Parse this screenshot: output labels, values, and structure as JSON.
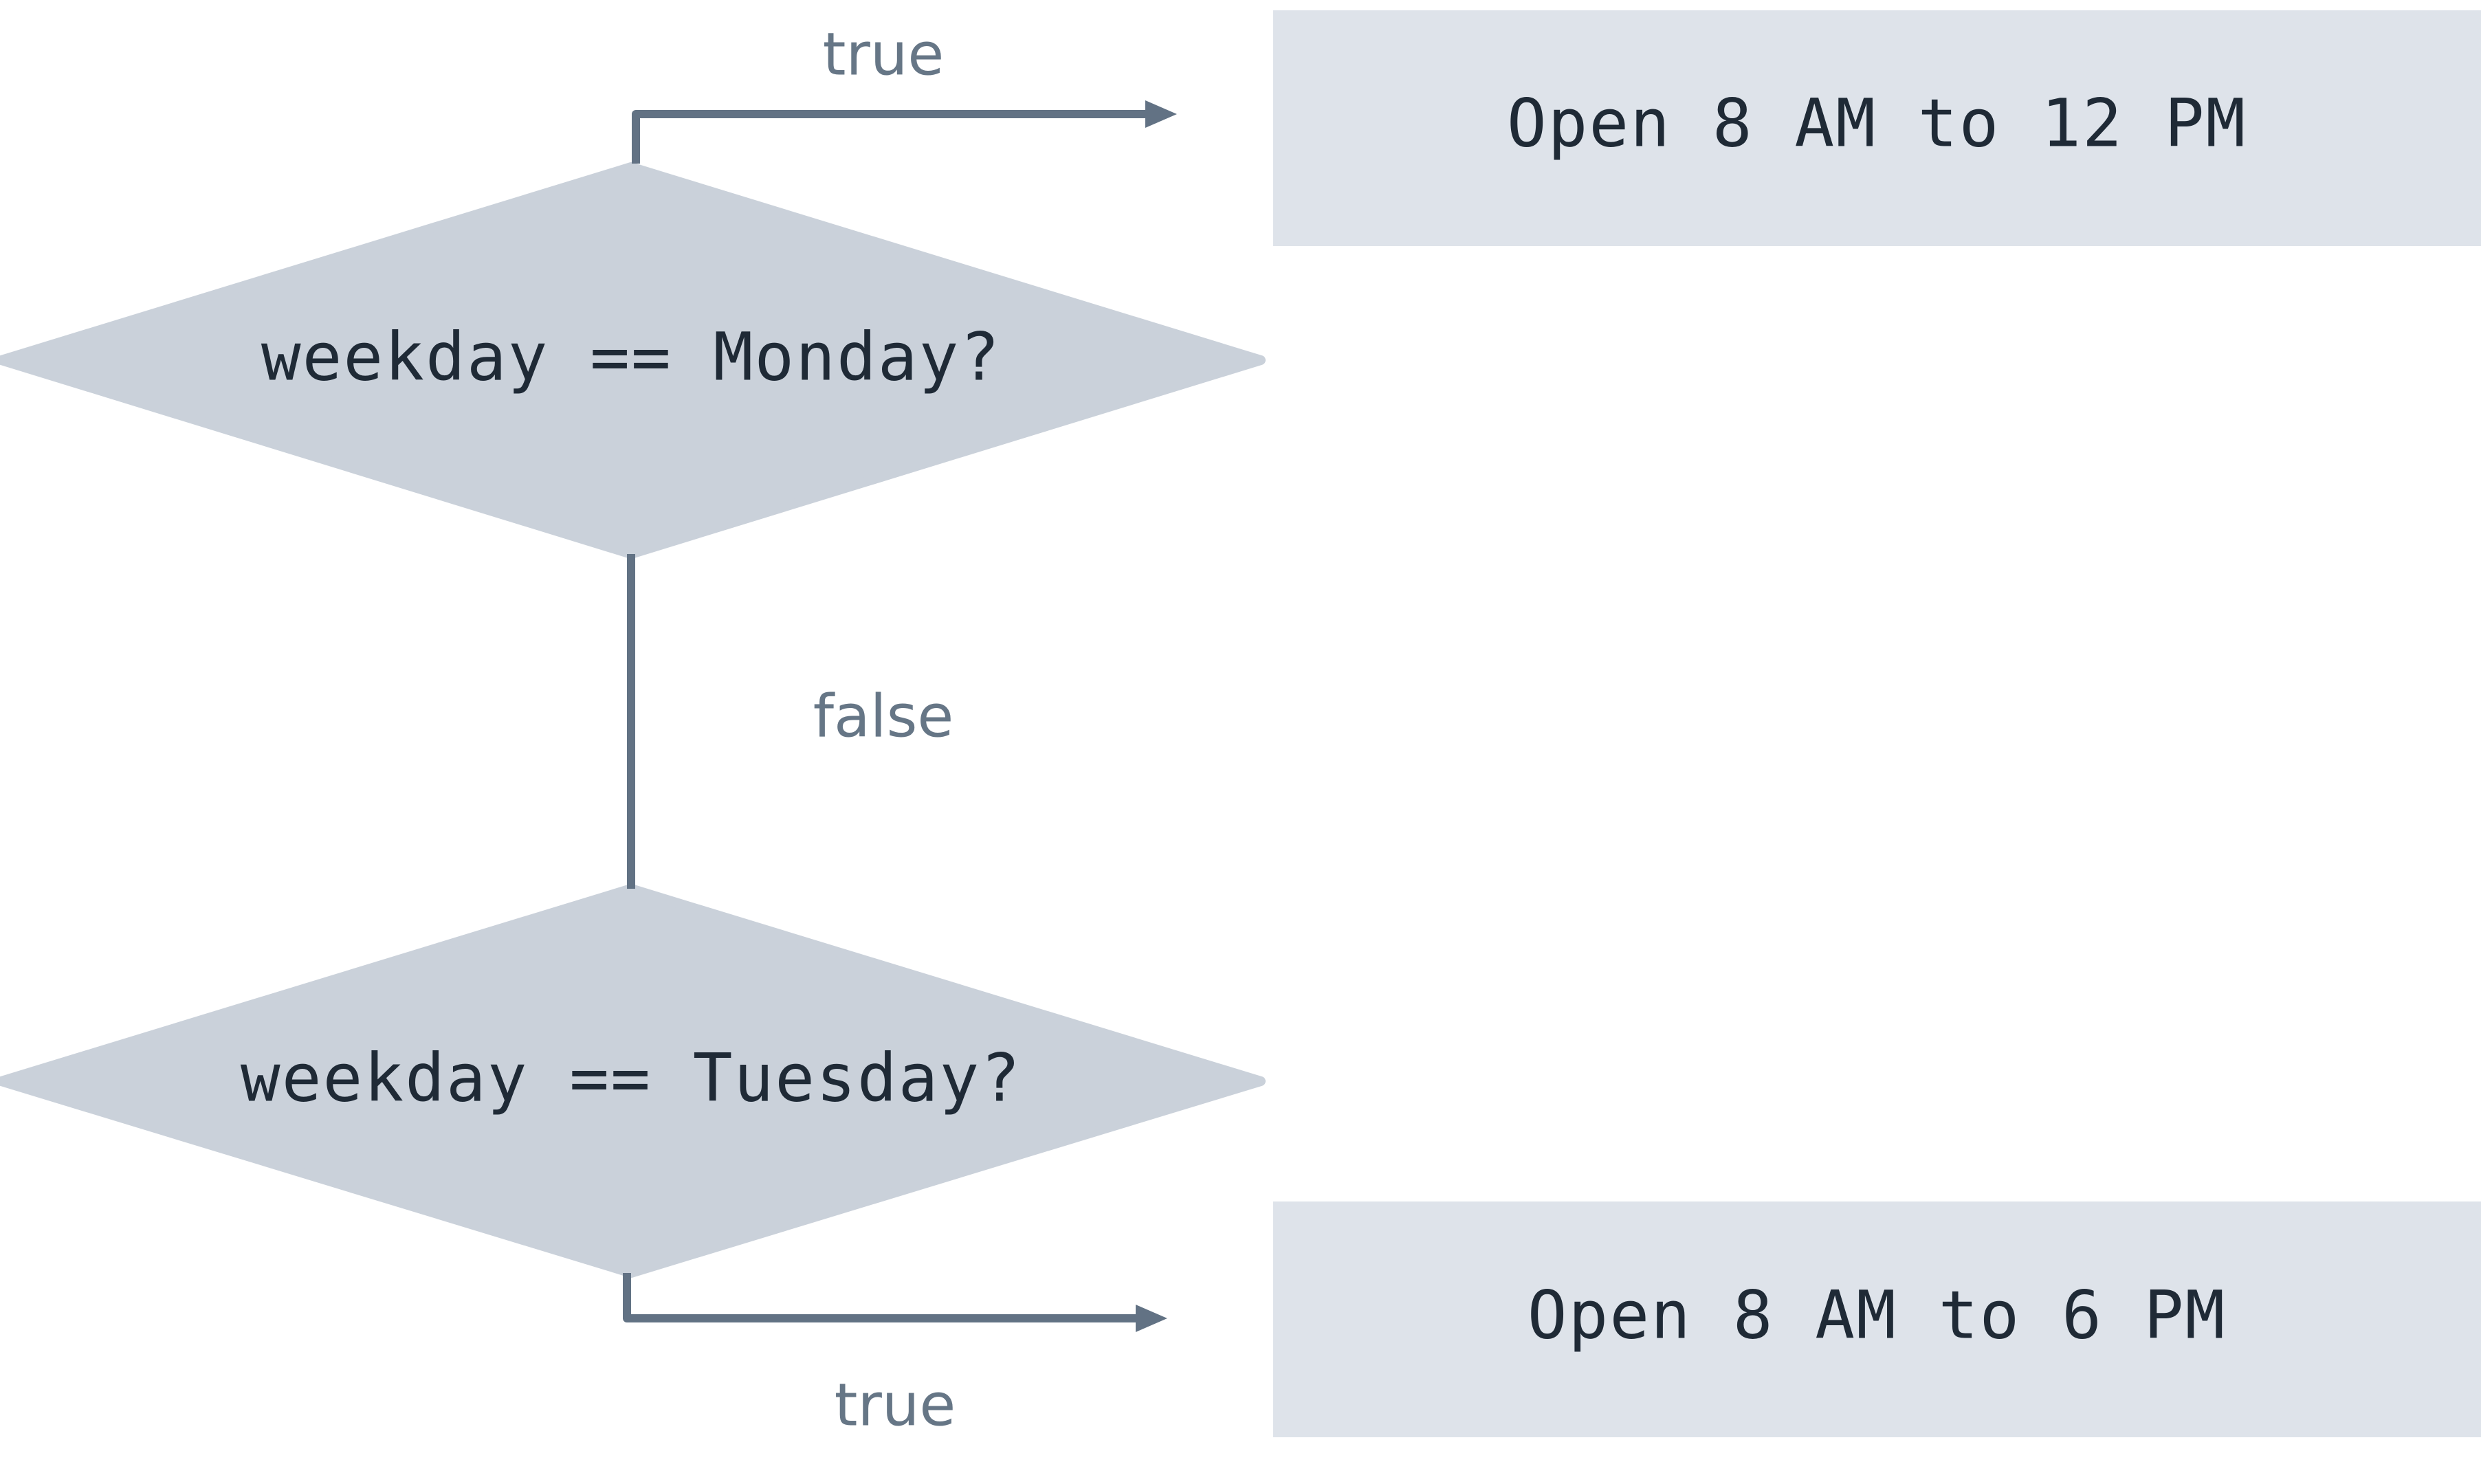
{
  "diagram": {
    "decision_1": {
      "label": "weekday == Monday?"
    },
    "decision_2": {
      "label": "weekday == Tuesday?"
    },
    "result_1": {
      "label": "Open 8 AM to 12 PM"
    },
    "result_2": {
      "label": "Open 8 AM to 6 PM"
    },
    "edges": {
      "d1_true": "true",
      "d1_false": "false",
      "d2_true": "true"
    },
    "colors": {
      "decision_fill": "#cad1da",
      "result_fill": "#dee3ea",
      "connector": "#627284",
      "node_text": "#1f2a36",
      "edge_text": "#667686",
      "background": "#ffffff"
    }
  }
}
